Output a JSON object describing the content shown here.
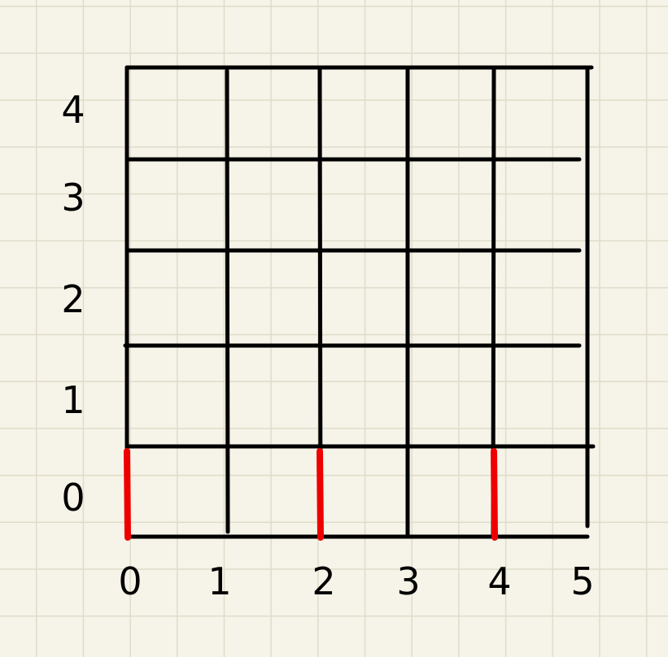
{
  "diagram": {
    "x_axis": {
      "ticks": [
        "0",
        "1",
        "2",
        "3",
        "4",
        "5"
      ]
    },
    "y_axis": {
      "ticks": [
        "0",
        "1",
        "2",
        "3",
        "4"
      ]
    },
    "highlighted_x": [
      0,
      2,
      4
    ],
    "colors": {
      "paper": "#f6f4e8",
      "paper_grid": "#dedcc9",
      "ink": "#000000",
      "highlight": "#ee0000"
    }
  }
}
